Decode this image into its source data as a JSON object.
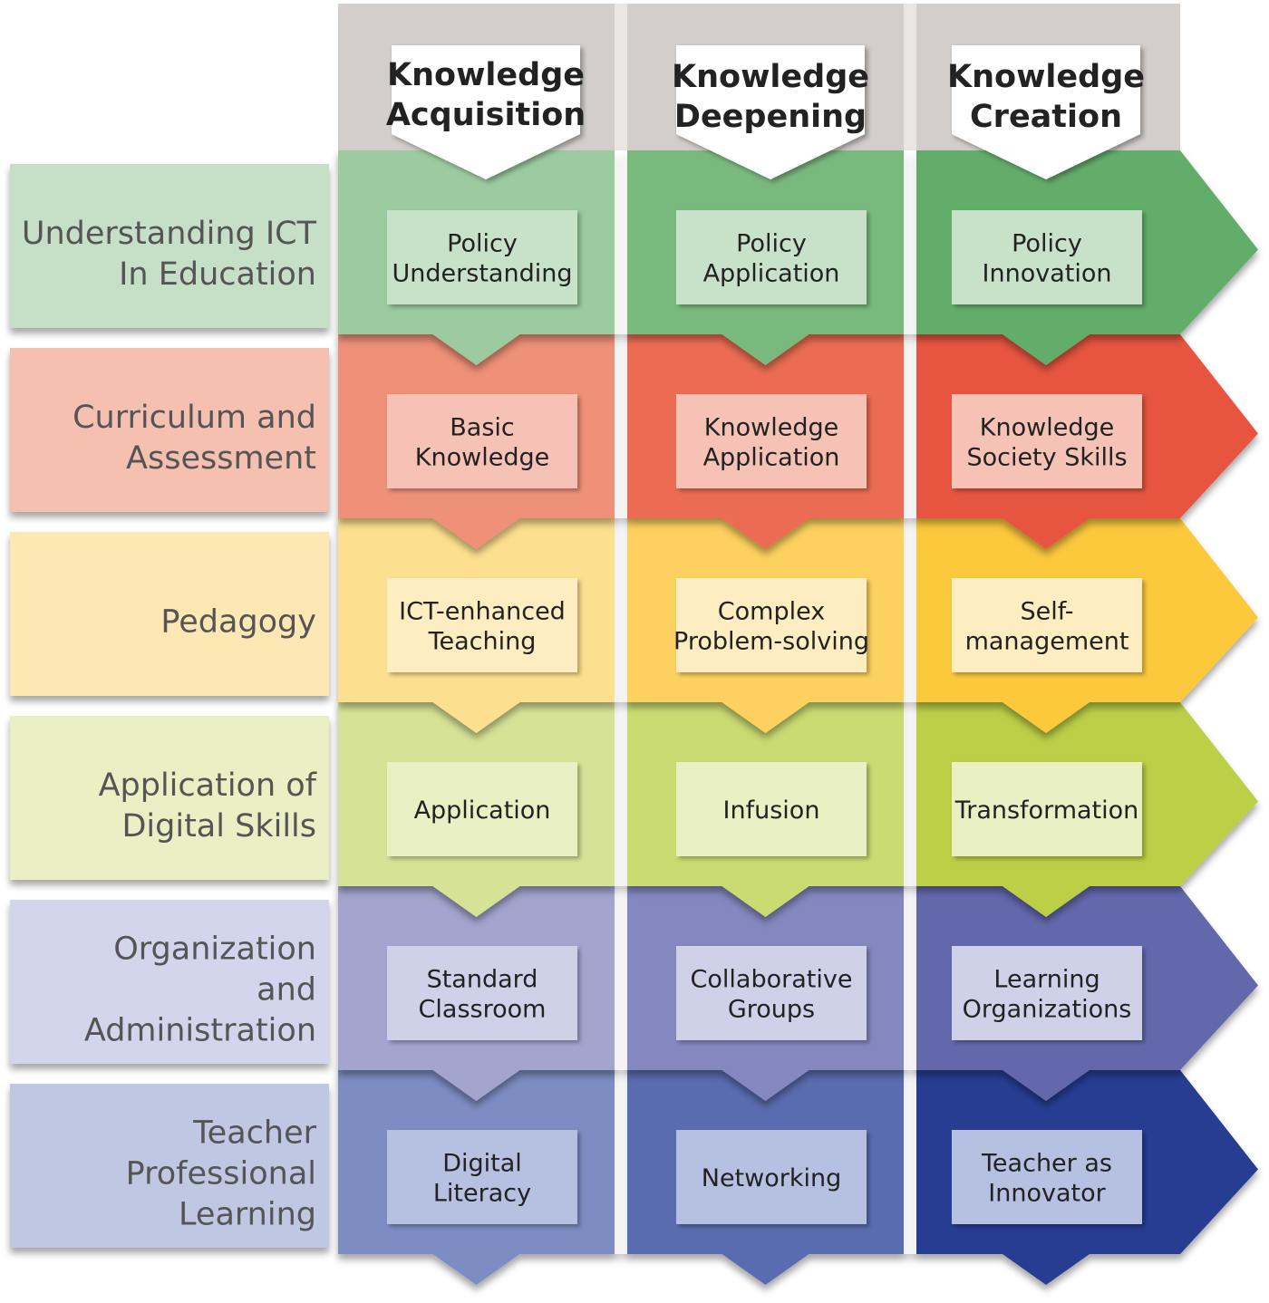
{
  "columns": [
    {
      "line1": "Knowledge",
      "line2": "Acquisition"
    },
    {
      "line1": "Knowledge",
      "line2": "Deepening"
    },
    {
      "line1": "Knowledge",
      "line2": "Creation"
    }
  ],
  "rows": [
    {
      "label": [
        "Understanding ICT",
        "In Education"
      ],
      "colors": {
        "label": "#c6e0c7",
        "bands": [
          "#9ccb9f",
          "#7ab97e",
          "#64ad6a"
        ],
        "box": "#c8e2c9"
      },
      "cells": [
        [
          "Policy",
          "Understanding"
        ],
        [
          "Policy",
          "Application"
        ],
        [
          "Policy",
          "Innovation"
        ]
      ]
    },
    {
      "label": [
        "Curriculum and",
        "Assessment"
      ],
      "colors": {
        "label": "#f6c0b1",
        "bands": [
          "#ef9079",
          "#ec6c53",
          "#e75441"
        ],
        "box": "#f6c2b5"
      },
      "cells": [
        [
          "Basic",
          "Knowledge"
        ],
        [
          "Knowledge",
          "Application"
        ],
        [
          "Knowledge",
          "Society Skills"
        ]
      ]
    },
    {
      "label": [
        "Pedagogy"
      ],
      "colors": {
        "label": "#fde8b4",
        "bands": [
          "#fde08f",
          "#fdd15f",
          "#fcc93c"
        ],
        "box": "#fdedc0"
      },
      "cells": [
        [
          "ICT-enhanced",
          "Teaching"
        ],
        [
          "Complex",
          "Problem-solving"
        ],
        [
          "Self-",
          "management"
        ]
      ]
    },
    {
      "label": [
        "Application of",
        "Digital Skills"
      ],
      "colors": {
        "label": "#eaf0c4",
        "bands": [
          "#d6e396",
          "#cadb72",
          "#bbcf47"
        ],
        "box": "#e9f0c4"
      },
      "cells": [
        [
          "Application"
        ],
        [
          "Infusion"
        ],
        [
          "Transformation"
        ]
      ]
    },
    {
      "label": [
        "Organization",
        "and",
        "Administration"
      ],
      "colors": {
        "label": "#d2d5eb",
        "bands": [
          "#a3a5cf",
          "#8588c0",
          "#6467ad"
        ],
        "box": "#cfd1e9"
      },
      "cells": [
        [
          "Standard",
          "Classroom"
        ],
        [
          "Collaborative",
          "Groups"
        ],
        [
          "Learning",
          "Organizations"
        ]
      ]
    },
    {
      "label": [
        "Teacher",
        "Professional",
        "Learning"
      ],
      "colors": {
        "label": "#bfc7e3",
        "bands": [
          "#7d8dc3",
          "#5a6cb0",
          "#283e92"
        ],
        "box": "#b6c0e0"
      },
      "cells": [
        [
          "Digital",
          "Literacy"
        ],
        [
          "Networking"
        ],
        [
          "Teacher as",
          "Innovator"
        ]
      ]
    }
  ]
}
